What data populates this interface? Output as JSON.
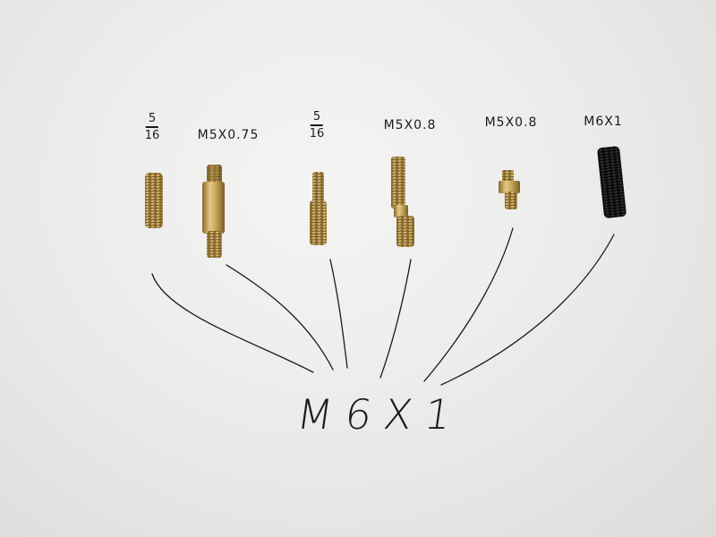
{
  "labels": {
    "part1": {
      "num": "5",
      "den": "16"
    },
    "part2": "M5X0.75",
    "part3": {
      "num": "5",
      "den": "16"
    },
    "part4": "M5X0.8",
    "part5": "M5X0.8",
    "part6": "M6X1"
  },
  "common_label": "M6X1",
  "colors": {
    "paper": "#ececea",
    "brass": "#c9a85a",
    "brass_dark": "#9a7a33",
    "black_screw": "#1c1a18",
    "ink": "#1b1b1b"
  }
}
